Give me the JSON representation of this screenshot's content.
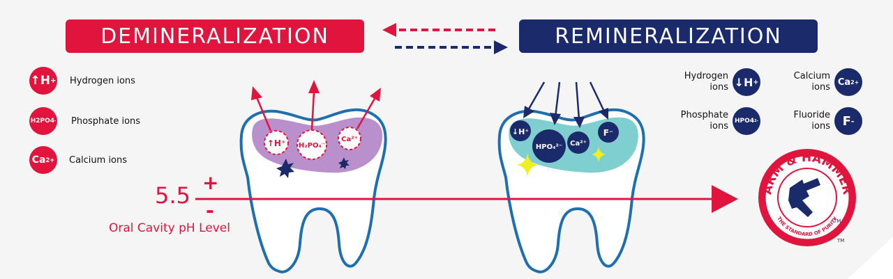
{
  "banners": {
    "demineralization": "DEMINERALIZATION",
    "remineralization": "REMINERALIZATION"
  },
  "left_legend": [
    {
      "symbol": "↑H",
      "sup": "+",
      "label": "Hydrogen ions"
    },
    {
      "symbol": "H2PO4",
      "sup": "-",
      "label": "Phosphate ions"
    },
    {
      "symbol": "Ca",
      "sup": "2+",
      "label": "Calcium ions"
    }
  ],
  "right_legend": {
    "hydrogen": {
      "label_line1": "Hydrogen",
      "label_line2": "ions",
      "symbol": "↓H",
      "sup": "+"
    },
    "phosphate": {
      "label_line1": "Phosphate",
      "label_line2": "ions",
      "symbol": "HPO4",
      "sup": "2-"
    },
    "calcium": {
      "label_line1": "Calcium",
      "label_line2": "ions",
      "symbol": "Ca",
      "sup": "2+"
    },
    "fluoride": {
      "label_line1": "Fluoride",
      "label_line2": "ions",
      "symbol": "F",
      "sup": "-"
    }
  },
  "ph_scale": {
    "value": "5.5",
    "plus": "+",
    "minus": "-",
    "caption": "Oral Cavity pH Level"
  },
  "logo": {
    "brand_top": "ARM & HAMMER",
    "brand_bottom": "THE STANDARD OF PURITY",
    "tm": "TM"
  },
  "colors": {
    "red": "#e0143c",
    "navy": "#1b2a6b",
    "purple": "#b98fcc",
    "teal": "#7fcfd0",
    "tooth_outline": "#1e6fb0",
    "spark": "#f0f020"
  }
}
